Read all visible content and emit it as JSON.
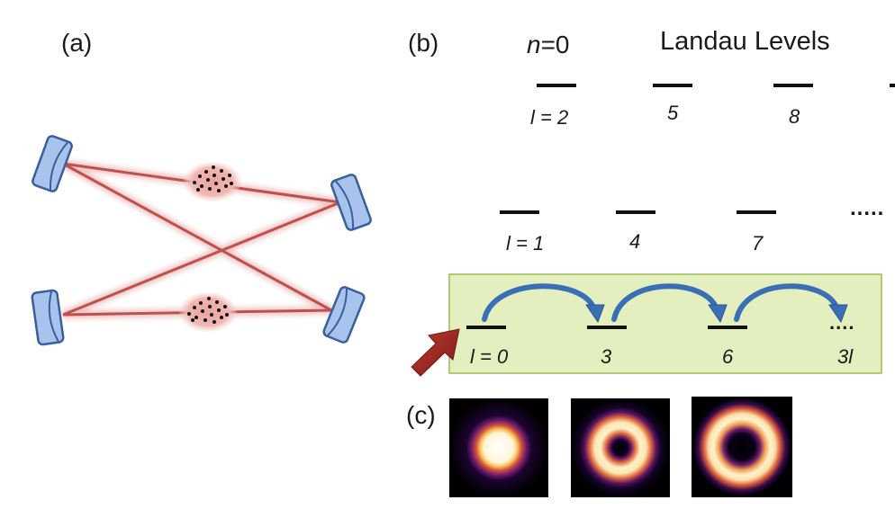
{
  "panel_a": {
    "label": "(a)"
  },
  "panel_b": {
    "label": "(b)",
    "n_var": "n",
    "n_value": "=0",
    "title": "Landau Levels",
    "ellipsis": ".....",
    "ellipsis_small": "....",
    "row_top": [
      "l = 2",
      "5",
      "8"
    ],
    "row_mid": [
      "l = 1",
      "4",
      "7"
    ],
    "row_bottom": [
      "l = 0",
      "3",
      "6",
      "3l"
    ]
  },
  "panel_c": {
    "label": "(c)",
    "modes": [
      {
        "name": "gaussian",
        "hole": 0
      },
      {
        "name": "ring-small",
        "hole": 0.22
      },
      {
        "name": "ring-large",
        "hole": 0.35
      }
    ]
  },
  "colors": {
    "beam": "#c0504d",
    "mirror": "#a9c4ec",
    "mirror_edge": "#3a5f9c",
    "highlight_box": "#e4efbf",
    "hop_arrow": "#3a6fb5",
    "input_arrow": "#a52a2a"
  }
}
